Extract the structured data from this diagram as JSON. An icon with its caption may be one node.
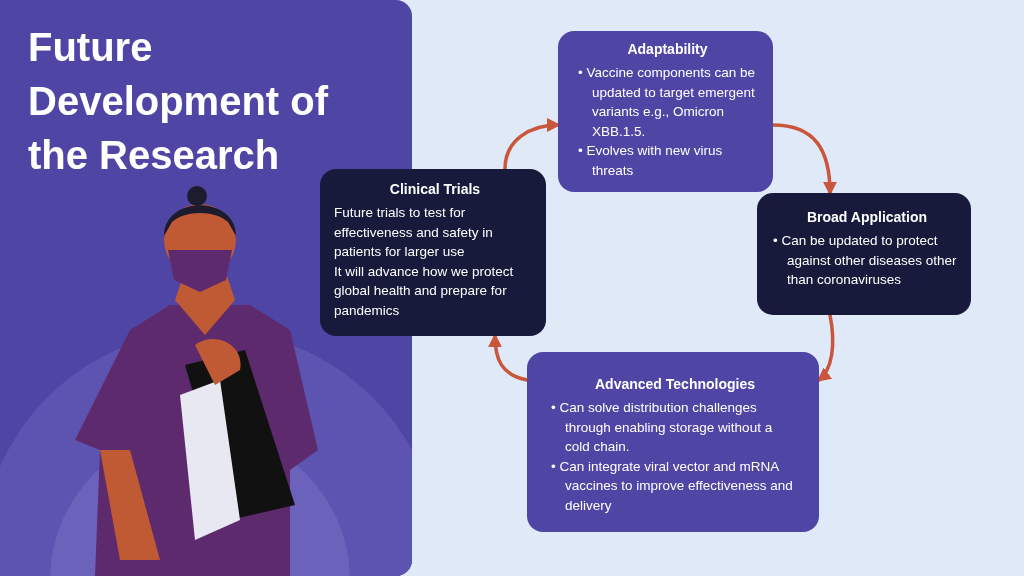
{
  "diagram": {
    "title": "Future Development of the Research",
    "nodes": [
      {
        "text": [
          "Clinical Trials",
          "Future trials to test for effectiveness and safety in patients for larger use",
          "It will advance how we protect global health and prepare for pandemics"
        ]
      },
      {
        "text": [
          "Adaptability",
          "• Vaccine components can be updated to target emergent variants e.g., Omicron XBB.1.5.",
          "• Evolves with new virus threats"
        ]
      },
      {
        "text": [
          "Broad Application",
          "• Can be updated to protect against other diseases other than coronaviruses"
        ]
      },
      {
        "text": [
          "Advanced Technologies",
          "• Can solve distribution challenges through enabling storage without a cold chain.",
          "• Can integrate viral vector and mRNA vaccines to improve effectiveness and delivery"
        ]
      }
    ],
    "edges": [
      {
        "from": 0,
        "to": 1,
        "arrow": "to"
      },
      {
        "from": 1,
        "to": 2,
        "arrow": "to"
      },
      {
        "from": 2,
        "to": 3,
        "arrow": "to"
      },
      {
        "from": 3,
        "to": 0,
        "arrow": "to"
      }
    ]
  }
}
